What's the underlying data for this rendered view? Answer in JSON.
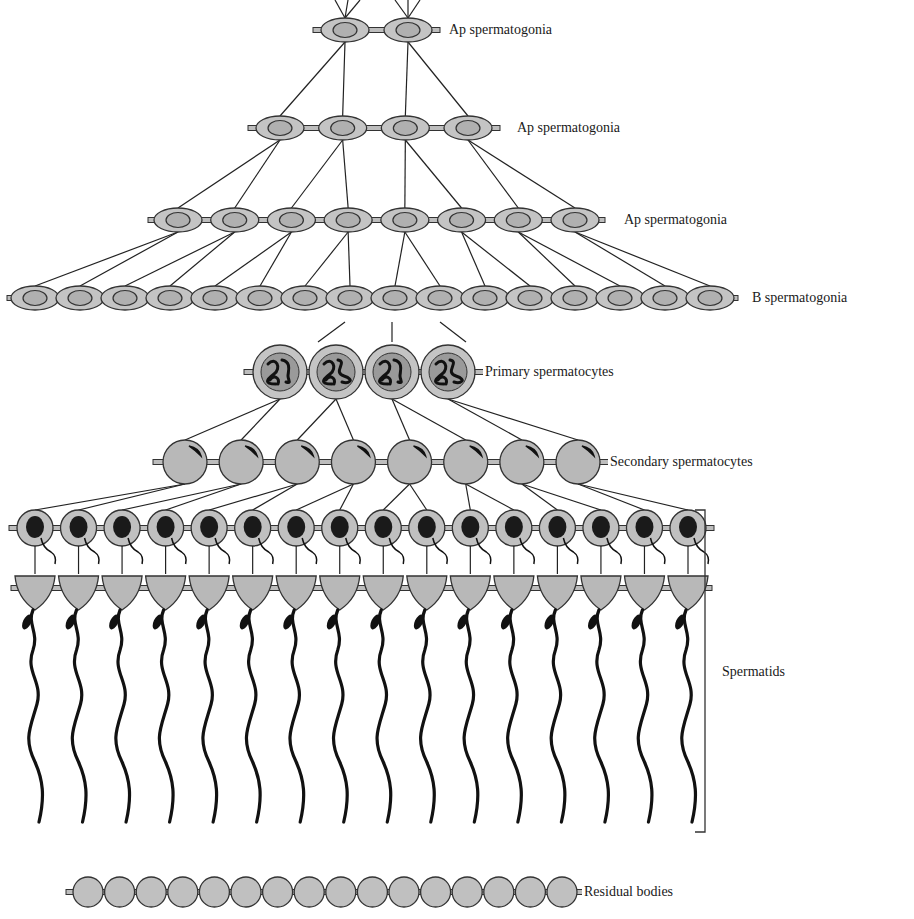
{
  "diagram": {
    "labels": [
      "Ap spermatogonia",
      "Ap spermatogonia",
      "Ap spermatogonia",
      "B spermatogonia",
      "Primary spermatocytes",
      "Secondary spermatocytes",
      "Spermatids",
      "Residual bodies"
    ]
  }
}
